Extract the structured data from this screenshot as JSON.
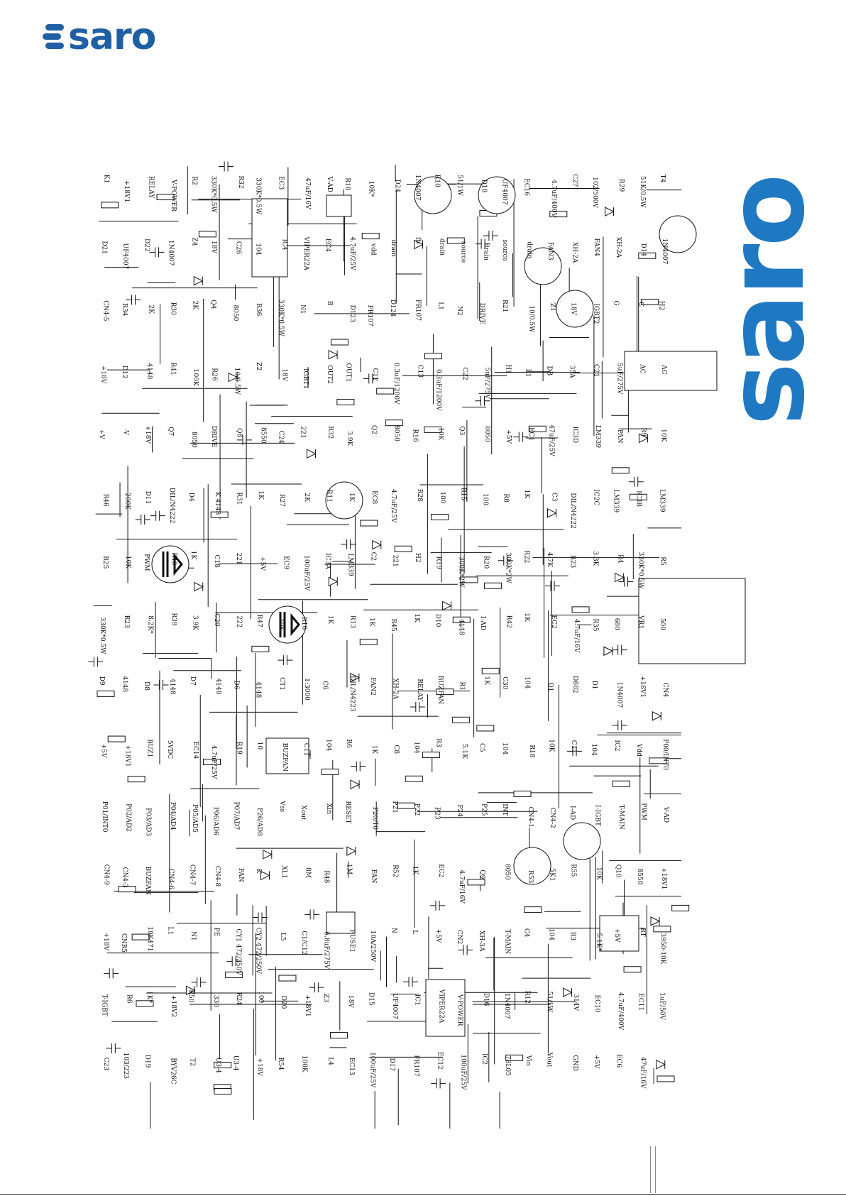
{
  "brand": {
    "logo_text": "saro",
    "side_text": "saro",
    "color": "#1f5fa3",
    "side_color": "#1f79c2"
  },
  "schematic": {
    "labels": [
      "K1",
      "+18V1",
      "RELAY",
      "V-POWER",
      "R2",
      "330K*0.5W",
      "R32",
      "330K*0.5W",
      "EC3",
      "47uF/16V",
      "V-AD",
      "R18",
      "10K*",
      "D24",
      "1N4007",
      "R10",
      "51/1W",
      "D18",
      "UF4007",
      "EC16",
      "4.7uF/400V",
      "C27",
      "102/500V",
      "R29",
      "51K/0.5W",
      "T4",
      "D21",
      "UF4007",
      "D22",
      "1N4007",
      "Z4",
      "18V",
      "C26",
      "104",
      "IC4",
      "VIPER22A",
      "EC4",
      "4.7uF/25V",
      "vdd",
      "drain",
      "fb",
      "drain",
      "source",
      "drain",
      "source",
      "drain",
      "FAN3",
      "XH-2A",
      "FAN4",
      "XH-2A",
      "D14",
      "1N4007",
      "CN4-5",
      "R34",
      "2K",
      "R30",
      "2K",
      "Q4",
      "8050",
      "R36",
      "330K*0.5W",
      "N1",
      "B",
      "D123",
      "FR107",
      "D124",
      "FR107",
      "L1",
      "N2",
      "DRIVE",
      "R21",
      "10/0.5W",
      "Z1",
      "18V",
      "IGBT2",
      "G",
      "C",
      "H2",
      "+18V",
      "D12",
      "4148",
      "R41",
      "100K",
      "R26",
      "10/0.5W",
      "Z2",
      "18V",
      "IGBT1",
      "OUT2",
      "OUT1",
      "C12",
      "0.3uF/1200V",
      "C13",
      "0.3uF/1200V",
      "C22",
      "5uF/275V",
      "H1",
      "L1",
      "DB",
      "35A",
      "C21",
      "5uF/275V",
      "AC",
      "AC",
      "+V",
      "-V",
      "+18V",
      "Q7",
      "8050",
      "DRIVE",
      "Q8",
      "8550",
      "C24",
      "221",
      "R32",
      "3.9K",
      "Q2",
      "8050",
      "R16",
      "10K",
      "Q3",
      "8050",
      "+5V",
      "EC1",
      "47uF/25V",
      "IC3D",
      "LM339",
      "PAN",
      "R9",
      "10K",
      "R46",
      "200K",
      "D11",
      "DIL/N4222",
      "D4",
      "K 4148",
      "R31",
      "1K",
      "R27",
      "2K",
      "R11",
      "1K",
      "EC8",
      "4.7uF/25V",
      "R28",
      "100",
      "R15",
      "100",
      "R8",
      "1K",
      "C3",
      "DIL/N4222",
      "IC2C",
      "LM339",
      "IC3B",
      "LM339",
      "R25",
      "10K",
      "PWM",
      "R40",
      "1K",
      "C18",
      "221",
      "+5V",
      "EC9",
      "100uF/25V",
      "IC3A",
      "LM339",
      "C2",
      "221",
      "H2",
      "R19",
      "300K*2W",
      "R20",
      "300K*2W",
      "R22",
      "4.7K",
      "R23",
      "3.3K",
      "R4",
      "330K*0.5W",
      "R5",
      "330K*0.5W",
      "R23",
      "8.2K*",
      "R39",
      "3.9K",
      "C20",
      "222",
      "R47",
      "10K",
      "R16",
      "1K",
      "R13",
      "1K",
      "R45",
      "1K",
      "D10",
      "4148",
      "I-AD",
      "R42",
      "1K",
      "EC2",
      "4.7uF/16V",
      "R35",
      "680",
      "VR1",
      "500",
      "D9",
      "4148",
      "D8",
      "4148",
      "D7",
      "4148",
      "D6",
      "4148",
      "CT1",
      "1:3000",
      "C6",
      "DIL/N4223",
      "FAN2",
      "XH-2A",
      "RELAY",
      "BUZFAN",
      "R1",
      "1K",
      "C30",
      "104",
      "Q1",
      "D882",
      "D1",
      "1N4007",
      "+18V1",
      "CN4",
      "+5V",
      "+18V1",
      "BUZ1",
      "5VDC",
      "EC14",
      "4.7uF/25V",
      "R19",
      "10",
      "BUZFAN",
      "C11",
      "104",
      "R6",
      "1K",
      "C8",
      "104",
      "R3",
      "5.1K",
      "C5",
      "104",
      "R18",
      "10K",
      "C11",
      "104",
      "IC2",
      "Vdd",
      "P00/INT0",
      "P01/INT0",
      "P02/AD2",
      "P03/AD3",
      "P04/AD4",
      "P05/AD5",
      "P06/AD6",
      "P07/AD7",
      "P26/AD8",
      "Vss",
      "Xout",
      "Xin",
      "RESET",
      "P20/T0",
      "P21",
      "P22",
      "P23",
      "P24",
      "P25",
      "INT",
      "CN4-1",
      "CN4-2",
      "I-AD",
      "I-IGBT",
      "T-MAIN",
      "PWM",
      "V-AD",
      "CN4-9",
      "CN4-3",
      "BUZFAN",
      "CN4-6",
      "CN4-7",
      "CN4-8",
      "FAN",
      "K",
      "XL1",
      "8M",
      "R48",
      "1M",
      "FAN",
      "R52",
      "1K",
      "EC2",
      "4.7uF/16V",
      "Q9",
      "8050",
      "R53",
      "5K1",
      "R55",
      "10K",
      "Q10",
      "8550",
      "+18V1",
      "+18V",
      "CNR5",
      "10K471",
      "L1",
      "N1",
      "PE",
      "CY1 472/250V",
      "CY2 472/250V",
      "L5",
      "C1/C12",
      "6.8uF/275V",
      "FUSE1",
      "10A/250V",
      "N",
      "L",
      "+5V",
      "CN2",
      "XH-3A",
      "T-MAIN",
      "C4",
      "104",
      "R3",
      "5.1K*",
      "+5V",
      "RT",
      "3950-10K",
      "T-IGBT",
      "R6",
      "1K*",
      "+18V2",
      "R50",
      "330",
      "R24",
      "100",
      "D20",
      "+18V1",
      "Z3",
      "18V",
      "D15",
      "UF4007",
      "IC1",
      "VIPER22A",
      "V-POWER",
      "D16",
      "1N4007",
      "R12",
      "51/1W",
      "314V",
      "EC10",
      "4.7uF/400V",
      "EC11",
      "1uF/50V",
      "C23",
      "103/223",
      "D19",
      "BYV26C",
      "T2",
      "U3-4",
      "U3-4",
      "+18V",
      "R54",
      "100K",
      "L4",
      "EC13",
      "100uF/25V",
      "D17",
      "FR107",
      "EC12",
      "100uF/25V",
      "IC2",
      "78L05",
      "Vin",
      "Vout",
      "GND",
      "+5V",
      "EC6",
      "47uF/16V"
    ]
  },
  "notice": ""
}
